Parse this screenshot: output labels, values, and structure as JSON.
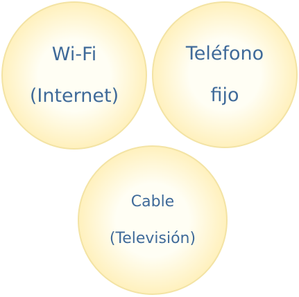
{
  "circles": [
    {
      "line1": "Wi-Fi",
      "line2": "(Internet)"
    },
    {
      "line1": "Teléfono",
      "line2": "fijo"
    },
    {
      "line1": "Cable",
      "line2": "(Televisión)"
    }
  ],
  "colors": {
    "circle_center": "#fffef4",
    "circle_mid": "#fff1bf",
    "circle_edge": "#f6d979",
    "circle_border": "#f3e3a4",
    "text": "#3f6a99"
  }
}
